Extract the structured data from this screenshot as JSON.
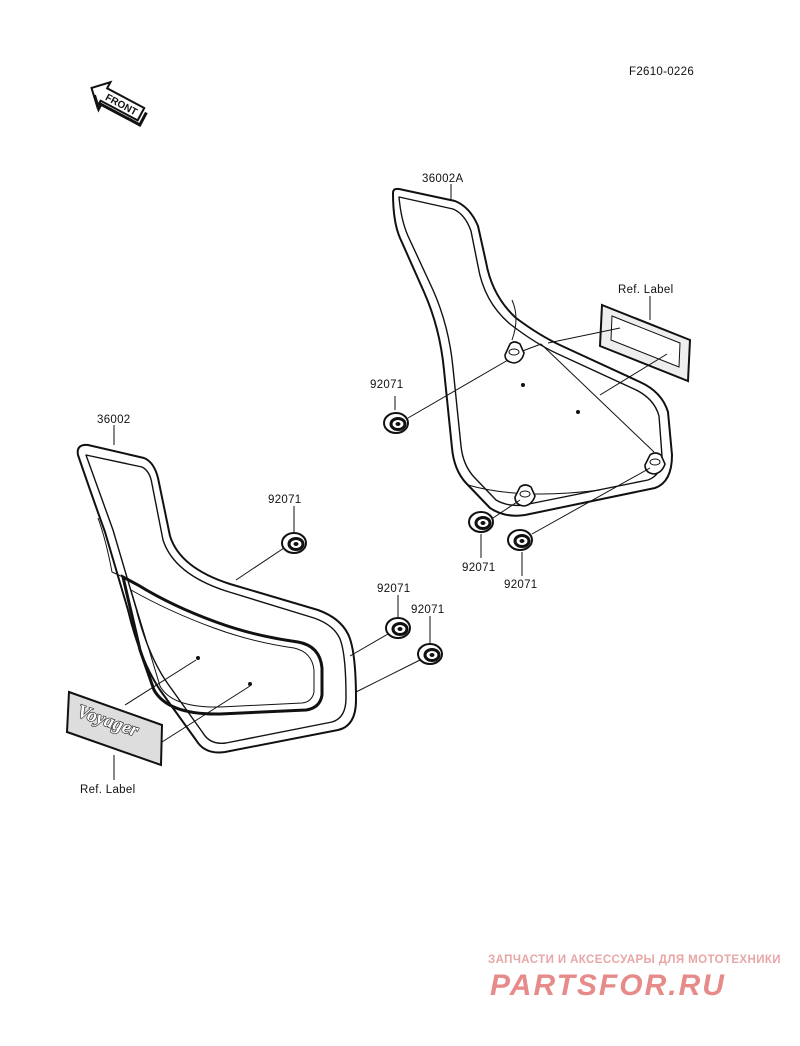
{
  "diagram_code": "F2610-0226",
  "front_arrow": {
    "text": "FRONT",
    "icon": "front-arrow-icon"
  },
  "parts": {
    "right_cover": {
      "part_number": "36002A"
    },
    "left_cover": {
      "part_number": "36002"
    },
    "right_ref_label": {
      "text": "Ref. Label"
    },
    "left_ref_label": {
      "text": "Ref. Label"
    },
    "left_emblem": {
      "text": "Voyager"
    },
    "grommets": [
      {
        "part_number": "92071"
      },
      {
        "part_number": "92071"
      },
      {
        "part_number": "92071"
      },
      {
        "part_number": "92071"
      },
      {
        "part_number": "92071"
      },
      {
        "part_number": "92071"
      }
    ]
  },
  "watermark": {
    "tagline": "ЗАПЧАСТИ И АКСЕССУАРЫ ДЛЯ МОТОТЕХНИКИ",
    "site": "PARTSFOR.RU",
    "color": "#e68a8a"
  }
}
